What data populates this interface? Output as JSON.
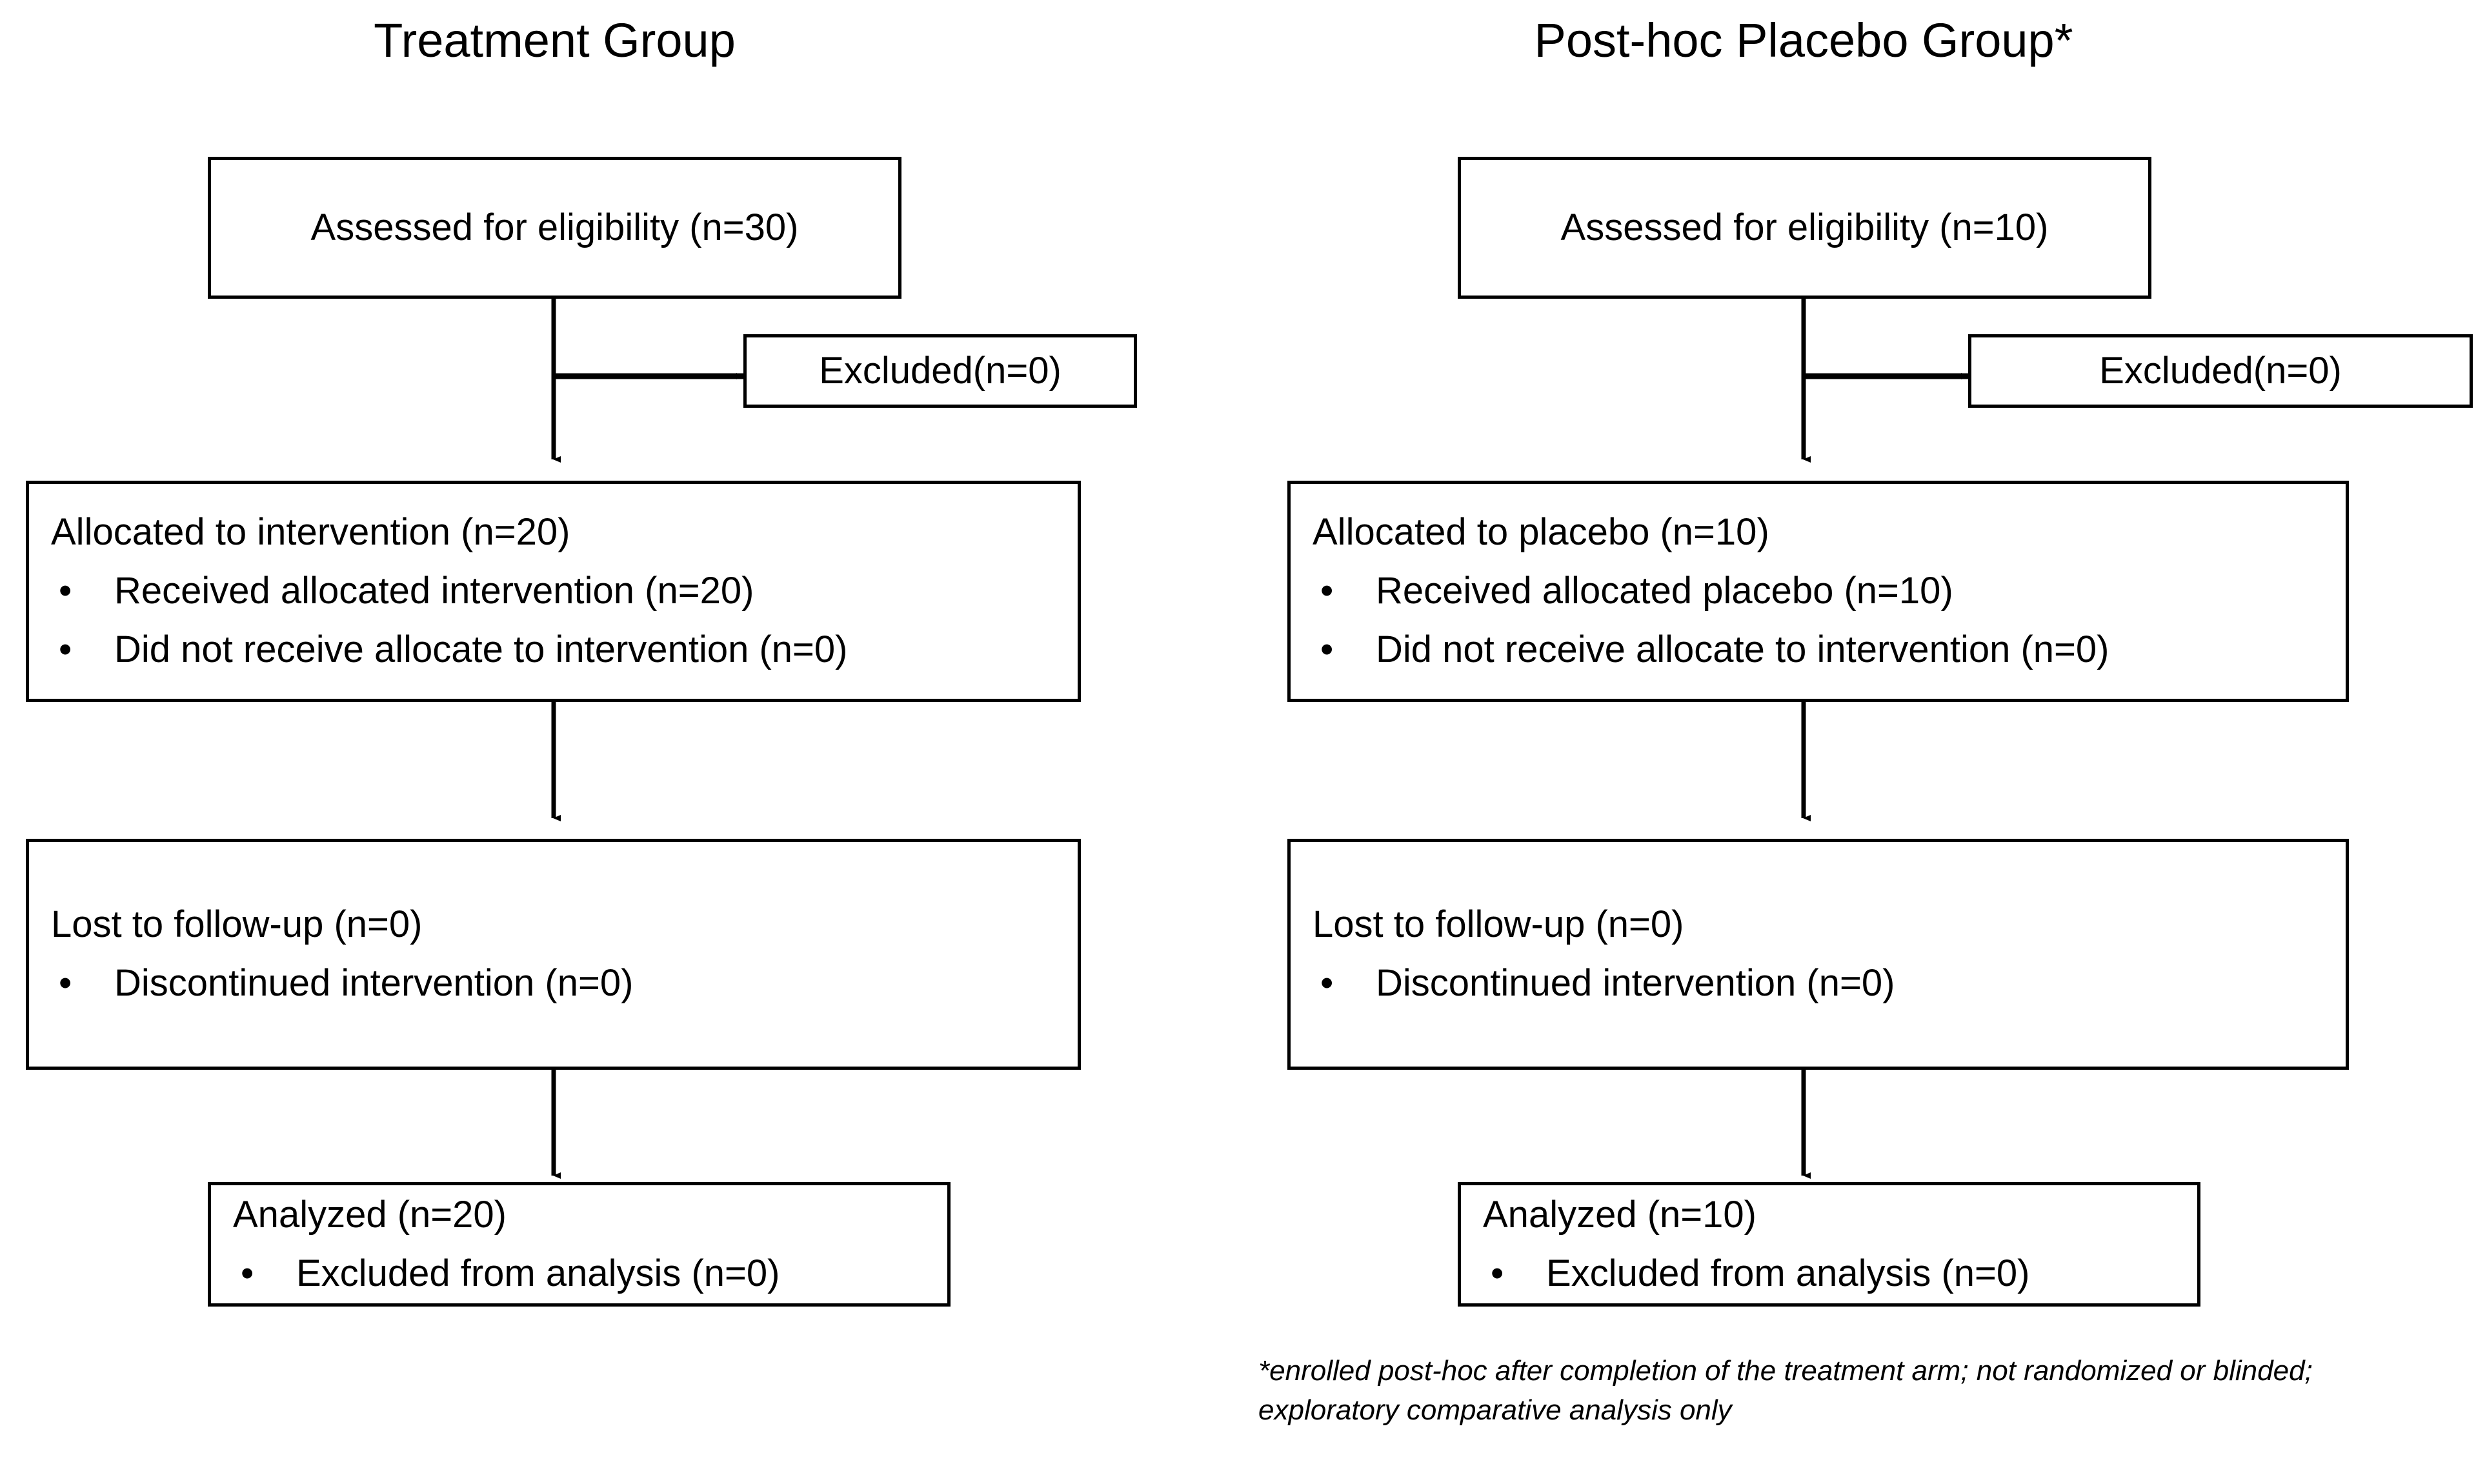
{
  "figure": {
    "type": "consort-flow-diagram",
    "background_color": "#ffffff",
    "line_color": "#000000",
    "text_color": "#000000"
  },
  "columns": [
    {
      "id": "treatment",
      "title": "Treatment Group",
      "nodes": {
        "enrollment": {
          "title": "Assessed for eligibility (n=30)"
        },
        "excluded": {
          "title": "Excluded(n=0)"
        },
        "allocation": {
          "title": "Allocated to intervention (n=20)",
          "bullets": [
            "Received allocated intervention (n=20)",
            "Did not receive allocate to intervention (n=0)"
          ]
        },
        "followup": {
          "title": "Lost to follow-up (n=0)",
          "bullets": [
            "Discontinued intervention (n=0)"
          ]
        },
        "analysis": {
          "title": "Analyzed (n=20)",
          "bullets": [
            "Excluded from analysis (n=0)"
          ]
        }
      }
    },
    {
      "id": "placebo",
      "title": "Post-hoc Placebo Group*",
      "nodes": {
        "enrollment": {
          "title": "Assessed for eligibility (n=10)"
        },
        "excluded": {
          "title": "Excluded(n=0)"
        },
        "allocation": {
          "title": "Allocated to placebo (n=10)",
          "bullets": [
            "Received allocated placebo (n=10)",
            "Did not receive allocate to intervention (n=0)"
          ]
        },
        "followup": {
          "title": "Lost to follow-up (n=0)",
          "bullets": [
            "Discontinued intervention (n=0)"
          ]
        },
        "analysis": {
          "title": "Analyzed (n=10)",
          "bullets": [
            "Excluded from analysis (n=0)"
          ]
        }
      }
    }
  ],
  "bullet_glyph": "•",
  "footnote": {
    "line1": "*enrolled post-hoc after completion of the treatment arm; not randomized or blinded;",
    "line2": "exploratory comparative analysis only"
  }
}
